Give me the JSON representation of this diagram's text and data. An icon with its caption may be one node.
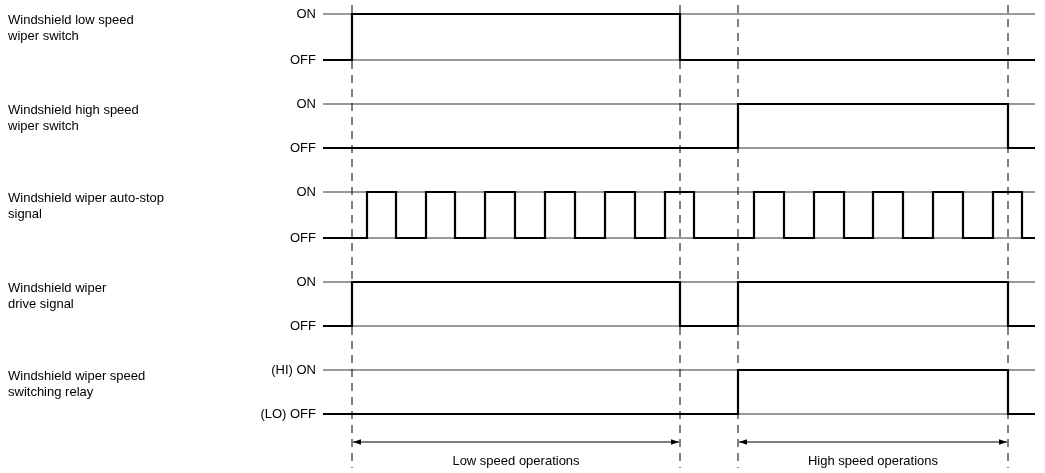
{
  "diagram": {
    "labels": [
      "Windshield low speed wiper switch",
      "ON",
      "OFF",
      "Windshield high speed wiper switch",
      "ON",
      "OFF",
      "Windshield wiper auto-stop signal",
      "ON",
      "OFF",
      "Windshield wiper drive signal",
      "ON",
      "OFF",
      "Windshield wiper speed switching relay",
      "(HI) ON",
      "(LO) OFF",
      "Low speed operations",
      "High speed operations"
    ]
  }
}
